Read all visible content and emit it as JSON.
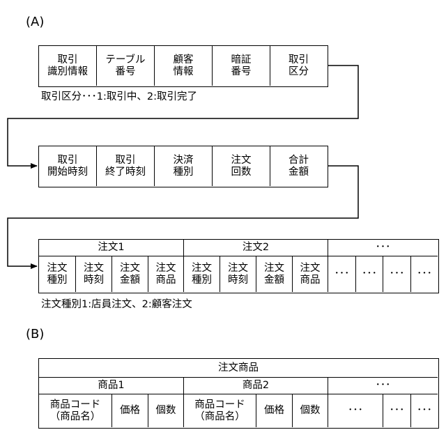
{
  "label_a": "(A)",
  "label_b": "(B)",
  "row1": {
    "cells": [
      "取引\n識別情報",
      "テーブル\n番号",
      "顧客\n情報",
      "暗証\n番号",
      "取引\n区分"
    ],
    "note": "取引区分･･･1:取引中、2:取引完了"
  },
  "row2": {
    "cells": [
      "取引\n開始時刻",
      "取引\n終了時刻",
      "決済\n種別",
      "注文\n回数",
      "合計\n金額"
    ]
  },
  "row3": {
    "groups": [
      "注文1",
      "注文2",
      "･･･"
    ],
    "cells": [
      "注文\n種別",
      "注文\n時刻",
      "注文\n金額",
      "注文\n商品",
      "注文\n種別",
      "注文\n時刻",
      "注文\n金額",
      "注文\n商品",
      "･･･",
      "･･･",
      "･･･",
      "･･･"
    ],
    "note": "注文種別1:店員注文、2:顧客注文"
  },
  "table_b": {
    "title": "注文商品",
    "groups": [
      "商品1",
      "商品2",
      "･･･"
    ],
    "cells": [
      "商品コード\n（商品名）",
      "価格",
      "個数",
      "商品コード\n（商品名）",
      "価格",
      "個数",
      "･･･",
      "･･･",
      "･･･"
    ]
  }
}
